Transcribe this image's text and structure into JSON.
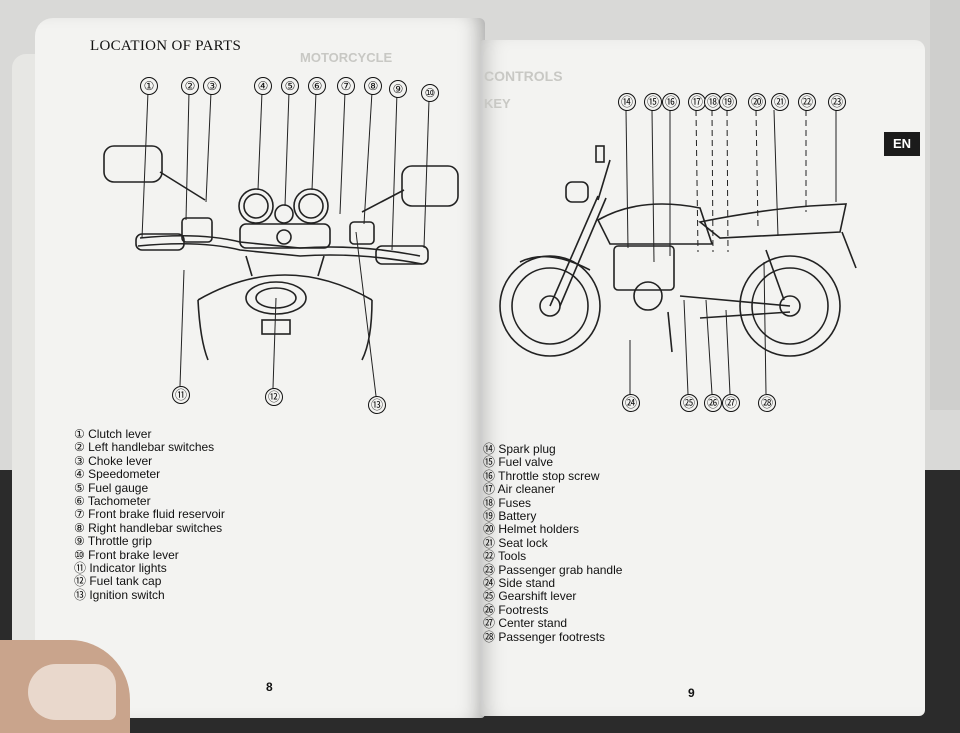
{
  "page_title": "LOCATION OF PARTS",
  "tab_label": "EN",
  "left_page": {
    "callouts": [
      "①",
      "②",
      "③",
      "④",
      "⑤",
      "⑥",
      "⑦",
      "⑧",
      "⑨",
      "⑩",
      "⑪",
      "⑫",
      "⑬"
    ],
    "parts": [
      "① Clutch lever",
      "② Left handlebar switches",
      "③ Choke lever",
      "④ Speedometer",
      "⑤ Fuel gauge",
      "⑥ Tachometer",
      "⑦ Front brake fluid reservoir",
      "⑧ Right handlebar switches",
      "⑨ Throttle grip",
      "⑩ Front brake lever",
      "⑪ Indicator lights",
      "⑫ Fuel tank cap",
      "⑬ Ignition switch"
    ],
    "page_number": "8"
  },
  "right_page": {
    "callouts": [
      "⑭",
      "⑮",
      "⑯",
      "⑰",
      "⑱",
      "⑲",
      "⑳",
      "㉑",
      "㉒",
      "㉓",
      "㉔",
      "㉕",
      "㉖",
      "㉗",
      "㉘"
    ],
    "parts": [
      "⑭ Spark plug",
      "⑮ Fuel valve",
      "⑯ Throttle stop screw",
      "⑰ Air cleaner",
      "⑱ Fuses",
      "⑲ Battery",
      "⑳ Helmet holders",
      "㉑ Seat lock",
      "㉒ Tools",
      "㉓ Passenger grab handle",
      "㉔ Side stand",
      "㉕ Gearshift lever",
      "㉖ Footrests",
      "㉗ Center stand",
      "㉘ Passenger footrests"
    ],
    "page_number": "9"
  },
  "show_through": [
    "CONTROLS",
    "KEY",
    "MOTORCYCLE"
  ]
}
